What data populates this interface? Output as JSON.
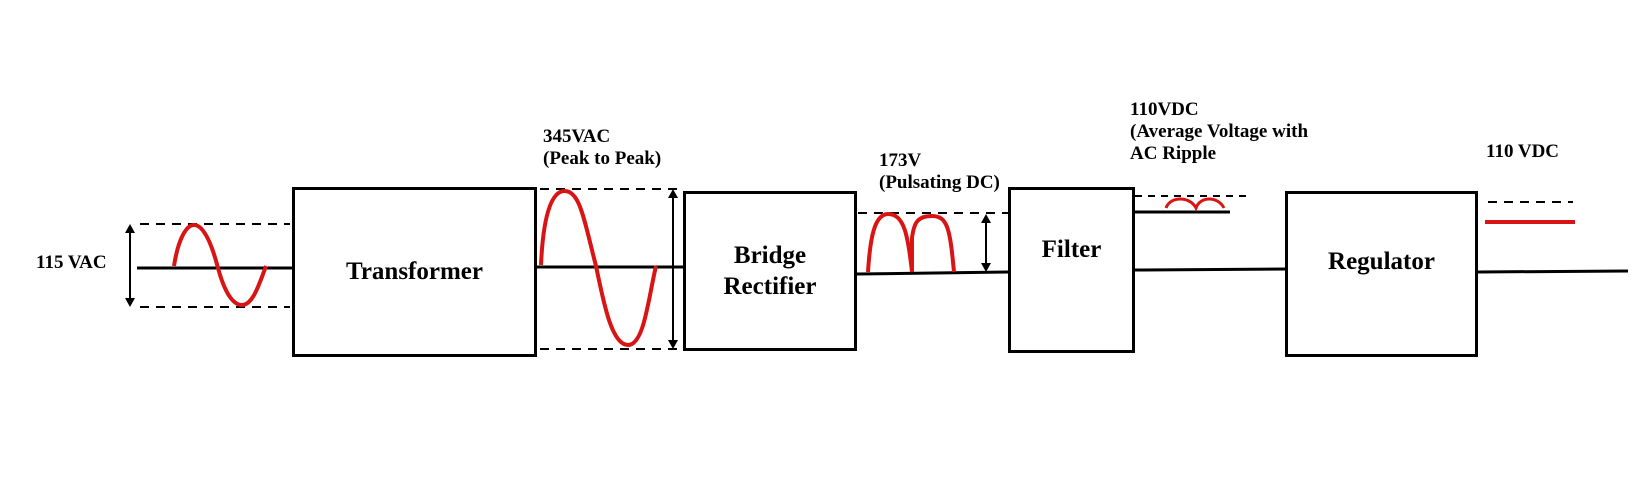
{
  "colors": {
    "signal": "#d91414",
    "line": "#000000",
    "background": "#ffffff"
  },
  "input": {
    "label": "115 VAC"
  },
  "blocks": [
    {
      "id": "transformer",
      "label": "Transformer"
    },
    {
      "id": "bridge-rectifier",
      "label_line1": "Bridge",
      "label_line2": "Rectifier"
    },
    {
      "id": "filter",
      "label": "Filter"
    },
    {
      "id": "regulator",
      "label": "Regulator"
    }
  ],
  "stage_labels": {
    "transformer_out": {
      "line1": "345VAC",
      "line2": "(Peak to Peak)"
    },
    "rectifier_out": {
      "line1": "173V",
      "line2": "(Pulsating DC)"
    },
    "filter_out": {
      "line1": "110VDC",
      "line2": "(Average Voltage with",
      "line3": "AC Ripple"
    },
    "regulator_out": {
      "line1": "110 VDC"
    }
  },
  "waveforms": [
    "ac-sine-small",
    "ac-sine-large",
    "pulsating-dc",
    "dc-ripple",
    "flat-dc"
  ]
}
